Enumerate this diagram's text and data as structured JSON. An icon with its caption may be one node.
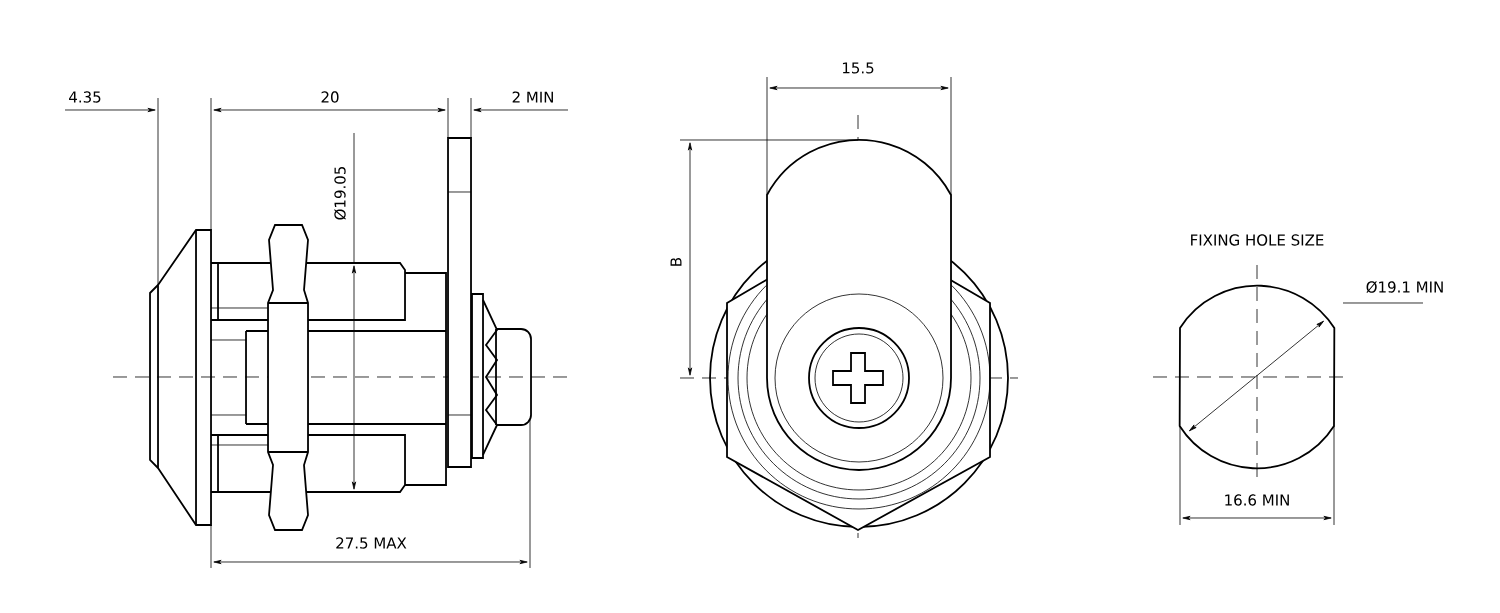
{
  "diagram": {
    "labels": [
      "4.35",
      "20",
      "2 MIN",
      "15.5",
      "Ø19.05",
      "B",
      "FIXING HOLE SIZE",
      "Ø19.1 MIN",
      "16.6 MIN",
      "27.5 MAX"
    ]
  }
}
